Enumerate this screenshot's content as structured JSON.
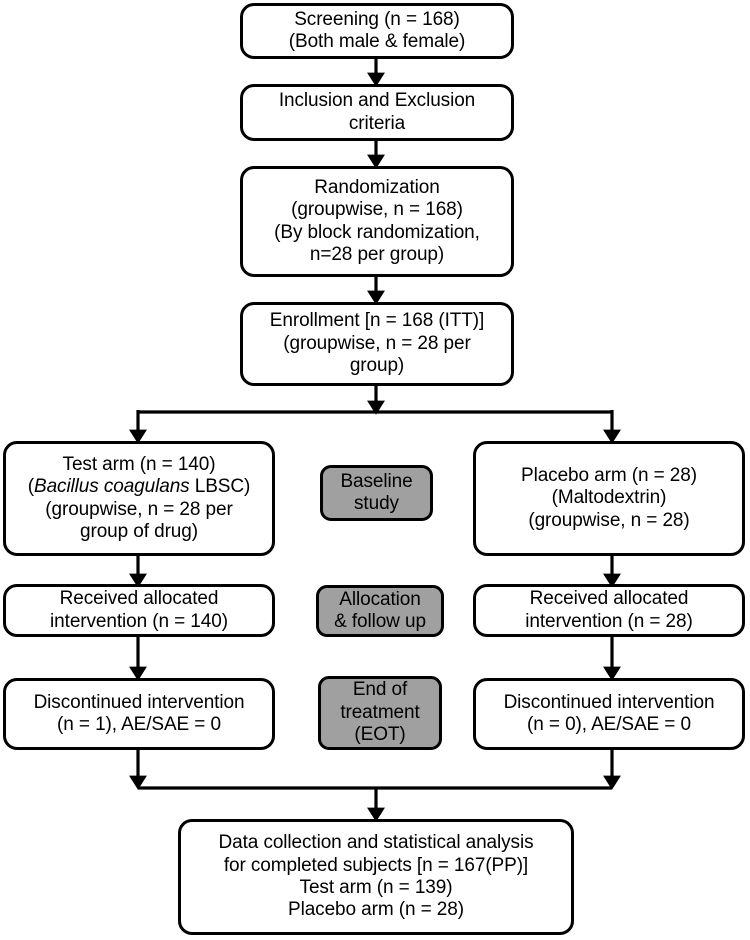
{
  "diagram": {
    "title": "CONSORT participant flow diagram",
    "colors": {
      "stroke": "#000000",
      "box_fill": "#ffffff",
      "stage_fill": "#a0a0a0",
      "text": "#000000"
    },
    "nodes": {
      "screening": {
        "name": "screening",
        "lines": [
          "Screening (n = 168)",
          "(Both male & female)"
        ]
      },
      "criteria": {
        "name": "inclusion-exclusion-criteria",
        "lines": [
          "Inclusion and Exclusion",
          "criteria"
        ]
      },
      "randomization": {
        "name": "randomization",
        "lines": [
          "Randomization",
          "(groupwise, n = 168)",
          "(By block randomization,",
          "n=28 per group)"
        ]
      },
      "enrollment": {
        "name": "enrollment",
        "lines": [
          "Enrollment [n = 168 (ITT)]",
          "(groupwise, n = 28 per",
          "group)"
        ]
      },
      "test_arm": {
        "name": "test-arm",
        "line1": "Test arm (n = 140)",
        "line2_prefix": "(",
        "line2_italic": "Bacillus coagulans",
        "line2_suffix": " LBSC)",
        "line3": "(groupwise, n = 28 per",
        "line4": "group of drug)"
      },
      "placebo_arm": {
        "name": "placebo-arm",
        "lines": [
          "Placebo arm (n = 28)",
          "(Maltodextrin)",
          "(groupwise, n = 28)"
        ]
      },
      "test_received": {
        "name": "test-received-allocated-intervention",
        "lines": [
          "Received allocated",
          "intervention (n = 140)"
        ]
      },
      "placebo_received": {
        "name": "placebo-received-allocated-intervention",
        "lines": [
          "Received allocated",
          "intervention (n = 28)"
        ]
      },
      "test_discontinued": {
        "name": "test-discontinued-intervention",
        "lines": [
          "Discontinued intervention",
          "(n = 1), AE/SAE = 0"
        ]
      },
      "placebo_discontinued": {
        "name": "placebo-discontinued-intervention",
        "lines": [
          "Discontinued intervention",
          "(n = 0), AE/SAE = 0"
        ]
      },
      "baseline_stage": {
        "name": "stage-baseline-study",
        "lines": [
          "Baseline",
          "study"
        ]
      },
      "allocation_stage": {
        "name": "stage-allocation-follow-up",
        "lines": [
          "Allocation",
          "& follow up"
        ]
      },
      "eot_stage": {
        "name": "stage-end-of-treatment",
        "lines": [
          "End of",
          "treatment",
          "(EOT)"
        ]
      },
      "analysis": {
        "name": "data-collection-analysis",
        "lines": [
          "Data collection and statistical analysis",
          "for completed subjects [n = 167(PP)]",
          "Test arm (n = 139)",
          "Placebo arm (n = 28)"
        ]
      }
    },
    "flow": {
      "screening_to_criteria": "arrow-down",
      "criteria_to_randomization": "arrow-down",
      "randomization_to_enrollment": "arrow-down",
      "enrollment_split": "three-way-split",
      "arms_merge": "two-way-merge",
      "merge_to_analysis": "arrow-down"
    }
  }
}
